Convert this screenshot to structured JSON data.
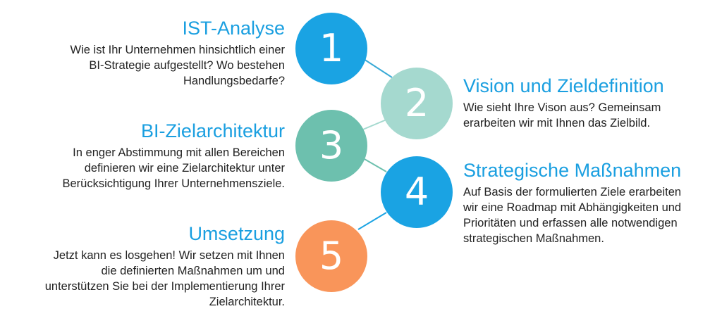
{
  "steps": [
    {
      "number": "1",
      "title": "IST-Analyse",
      "lines": [
        "Wie ist Ihr Unternehmen hinsichtlich einer",
        "BI-Strategie aufgestellt? Wo bestehen",
        "Handlungsbedarfe?"
      ],
      "color": "#1aa3e3"
    },
    {
      "number": "2",
      "title": "Vision und Zieldefinition",
      "lines": [
        "Wie sieht Ihre Vison aus? Gemeinsam",
        "erarbeiten wir mit Ihnen das Zielbild."
      ],
      "color": "#a5d9cf"
    },
    {
      "number": "3",
      "title": "BI-Zielarchitektur",
      "lines": [
        "In enger Abstimmung mit allen Bereichen",
        "definieren wir eine Zielarchitektur unter",
        "Berücksichtigung Ihrer Unternehmensziele."
      ],
      "color": "#6dc0ae"
    },
    {
      "number": "4",
      "title": "Strategische Maßnahmen",
      "lines": [
        "Auf Basis der formulierten Ziele erarbeiten",
        "wir eine Roadmap mit Abhängigkeiten und",
        "Prioritäten und erfassen alle notwendigen",
        "strategischen Maßnahmen."
      ],
      "color": "#1aa3e3"
    },
    {
      "number": "5",
      "title": "Umsetzung",
      "lines": [
        "Jetzt kann es losgehen! Wir setzen mit Ihnen",
        "die definierten Maßnahmen um und",
        "unterstützen Sie bei der Implementierung Ihrer",
        "Zielarchitektur."
      ],
      "color": "#f9955a"
    }
  ],
  "colors": {
    "title": "#1a9fe0",
    "text": "#222222",
    "connector_1_2": "#3aaad6",
    "connector_2_3": "#a5d9cf",
    "connector_3_4": "#6dc0ae",
    "connector_4_5": "#1aa3e3"
  }
}
